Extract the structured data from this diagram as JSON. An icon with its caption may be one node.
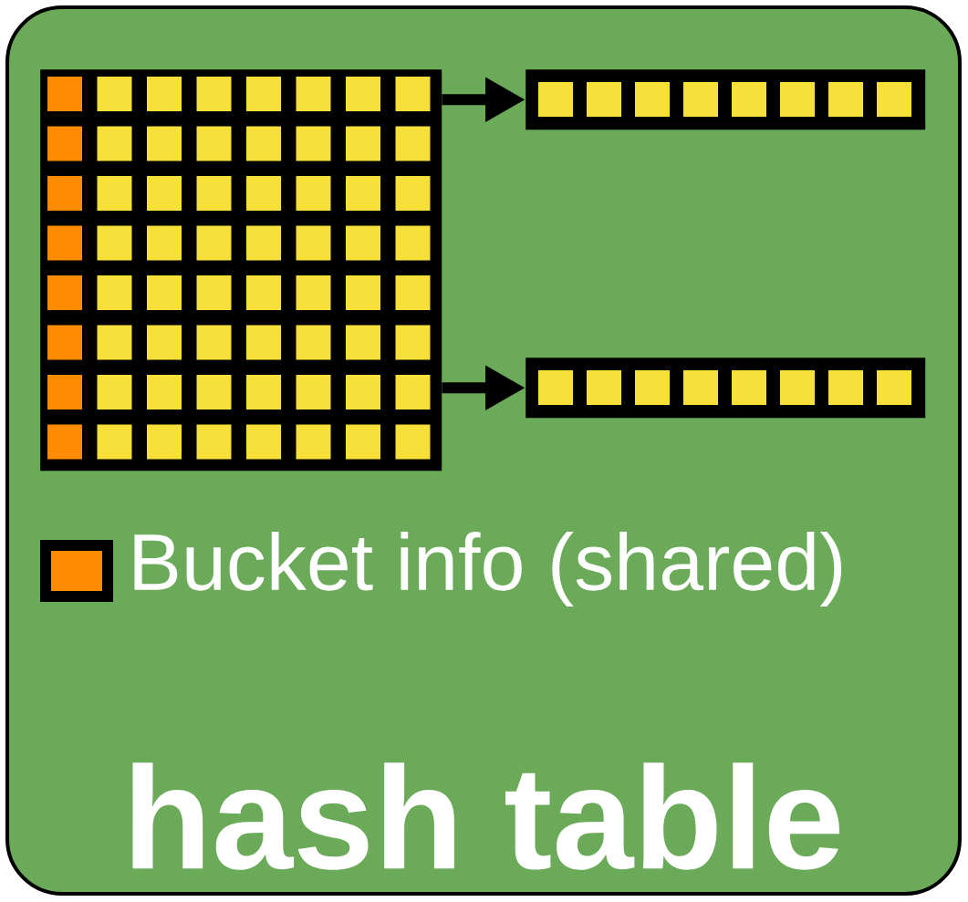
{
  "diagram": {
    "nodes": [
      {
        "text": [
          "hash table"
        ]
      },
      {
        "text": [],
        "shape": "box",
        "in": 0
      },
      {
        "text": [],
        "shape": "bar",
        "in": 0
      },
      {
        "text": [],
        "shape": "bar",
        "in": 0
      }
    ],
    "edges": [
      {
        "from": 1,
        "to": 2,
        "arrow": "to"
      },
      {
        "from": 1,
        "to": 3,
        "arrow": "to"
      }
    ],
    "legend": [
      {
        "text": "Bucket info (shared)",
        "color": "#ff8c00"
      }
    ]
  }
}
